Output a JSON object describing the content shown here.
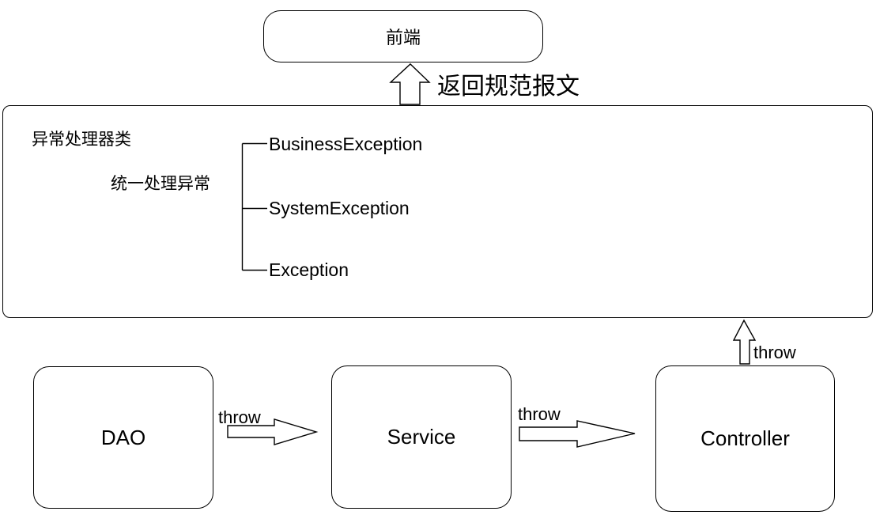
{
  "frontend_box": {
    "label": "前端"
  },
  "return_arrow": {
    "label": "返回规范报文"
  },
  "handler_panel": {
    "title": "异常处理器类",
    "subtitle": "统一处理异常",
    "exceptions": [
      "BusinessException",
      "SystemException",
      "Exception"
    ]
  },
  "layers": [
    {
      "label": "DAO"
    },
    {
      "label": "Service"
    },
    {
      "label": "Controller"
    }
  ],
  "throws": [
    {
      "label": "throw"
    },
    {
      "label": "throw"
    },
    {
      "label": "throw"
    }
  ],
  "colors": {
    "line": "#000000",
    "background": "#ffffff",
    "text": "#000000"
  }
}
